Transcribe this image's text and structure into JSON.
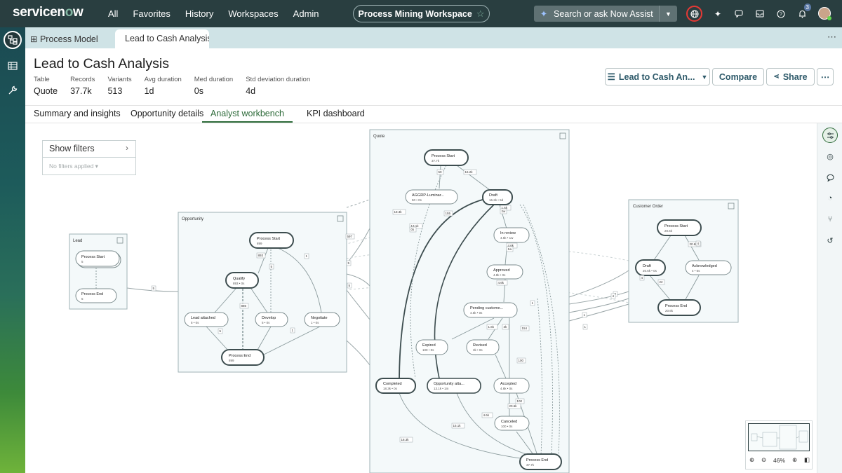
{
  "topbar": {
    "brand_pre": "servicen",
    "brand_o": "o",
    "brand_post": "w",
    "nav": [
      "All",
      "Favorites",
      "History",
      "Workspaces",
      "Admin"
    ],
    "workspace_title": "Process Mining Workspace",
    "search_placeholder": "Search or ask Now Assist",
    "notification_count": "3",
    "icons": [
      "globe-icon",
      "sparkle-icon",
      "chat-icon",
      "inbox-icon",
      "help-icon",
      "bell-icon"
    ]
  },
  "tabs": {
    "first": "Process Model",
    "active": "Lead to Cash Analysis",
    "more": "⋯"
  },
  "header": {
    "title": "Lead to Cash Analysis",
    "meta": [
      {
        "key": "Table",
        "value": "Quote"
      },
      {
        "key": "Records",
        "value": "37.7k"
      },
      {
        "key": "Variants",
        "value": "513"
      },
      {
        "key": "Avg duration",
        "value": "1d"
      },
      {
        "key": "Med duration",
        "value": "0s"
      },
      {
        "key": "Std deviation duration",
        "value": "4d"
      }
    ],
    "project_select": "Lead to Cash An...",
    "compare": "Compare",
    "share": "Share"
  },
  "subtabs": [
    "Summary and insights",
    "Opportunity details",
    "Analyst workbench",
    "KPI dashboard"
  ],
  "active_subtab": "Analyst workbench",
  "filters": {
    "title": "Show filters",
    "status": "No filters applied"
  },
  "graph": {
    "panels": {
      "lead": "Lead",
      "opportunity": "Opportunity",
      "quote": "Quote",
      "customer_order": "Customer Order"
    },
    "lead_nodes": [
      {
        "name": "Process Start",
        "stat": "5"
      },
      {
        "name": "Process End",
        "stat": "5"
      }
    ],
    "opportunity_nodes": [
      {
        "name": "Process Start",
        "stat": "899"
      },
      {
        "name": "Qualify",
        "stat": "893 • 0s"
      },
      {
        "name": "Lead attached",
        "stat": "5 • 0s"
      },
      {
        "name": "Develop",
        "stat": "5 • 0s"
      },
      {
        "name": "Negotiate",
        "stat": "1 • 0s"
      },
      {
        "name": "Process End",
        "stat": "899"
      }
    ],
    "quote_nodes": [
      {
        "name": "Process Start",
        "stat": "37.7k"
      },
      {
        "name": "AGGRP-Luminar...",
        "stat": "50 • 0s"
      },
      {
        "name": "Draft",
        "stat": "16.2k • 5d"
      },
      {
        "name": "In review",
        "stat": "4.6k • 1w"
      },
      {
        "name": "Approved",
        "stat": "4.8k • 0s"
      },
      {
        "name": "Pending custome...",
        "stat": "4.6k • 0s"
      },
      {
        "name": "Expired",
        "stat": "100 • 0s"
      },
      {
        "name": "Revised",
        "stat": "3k • 0s"
      },
      {
        "name": "Completed",
        "stat": "18.3k • 0s"
      },
      {
        "name": "Opportunity atta...",
        "stat": "13.1k • 1m"
      },
      {
        "name": "Accepted",
        "stat": "4.6k • 0s"
      },
      {
        "name": "Canceled",
        "stat": "100 • 0s"
      },
      {
        "name": "Process End",
        "stat": "37.7k"
      }
    ],
    "customer_nodes": [
      {
        "name": "Process Start",
        "stat": "20.6k"
      },
      {
        "name": "Draft",
        "stat": "20.6k • 0s"
      },
      {
        "name": "Acknowledged",
        "stat": "4 • 0s"
      },
      {
        "name": "Process End",
        "stat": "20.6k"
      }
    ],
    "edge_labels": [
      "5",
      "893",
      "5",
      "1",
      "886",
      "1",
      "5",
      "50",
      "16.2k",
      "18.3k",
      "13.1k",
      "0s",
      "155",
      "1.6k",
      "2w",
      "4.6k",
      "1w",
      "4.6k",
      "1.6k",
      "3k",
      "1",
      "154",
      "100",
      "20.6k",
      "4",
      "20.6k",
      "4",
      "22",
      "2",
      "4",
      "1",
      "1",
      "100",
      "4.6k",
      "15.1k",
      "18.3k",
      "597",
      "5",
      "5"
    ]
  },
  "minimap": {
    "zoom": "46%"
  }
}
